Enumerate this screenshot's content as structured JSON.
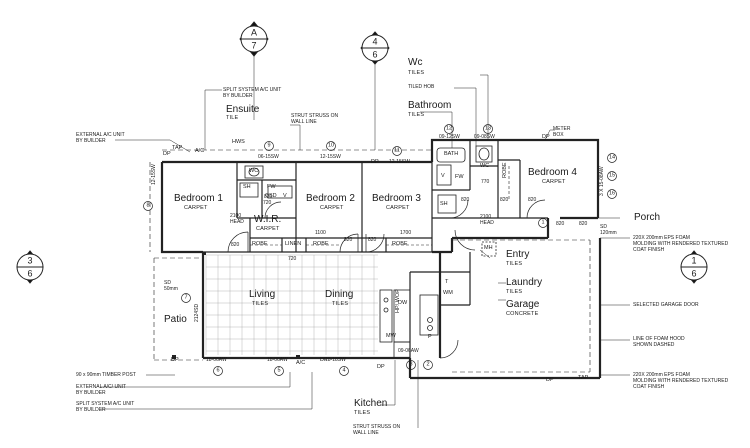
{
  "section_markers": [
    {
      "id": "sec-a7",
      "top": "A",
      "bottom": "7"
    },
    {
      "id": "sec-46",
      "top": "4",
      "bottom": "6"
    },
    {
      "id": "sec-36",
      "top": "3",
      "bottom": "6"
    },
    {
      "id": "sec-16",
      "top": "1",
      "bottom": "6"
    }
  ],
  "rooms": {
    "bedroom1": {
      "name": "Bedroom 1",
      "finish": "CARPET"
    },
    "bedroom2": {
      "name": "Bedroom 2",
      "finish": "CARPET"
    },
    "bedroom3": {
      "name": "Bedroom 3",
      "finish": "CARPET"
    },
    "bedroom4": {
      "name": "Bedroom 4",
      "finish": "CARPET"
    },
    "ensuite": {
      "name": "Ensuite",
      "finish": "TILE"
    },
    "wir": {
      "name": "W.I.R.",
      "finish": "CARPET"
    },
    "wc": {
      "name": "Wc",
      "finish": "TILES"
    },
    "bathroom": {
      "name": "Bathroom",
      "finish": "TILES"
    },
    "porch": {
      "name": "Porch"
    },
    "entry": {
      "name": "Entry",
      "finish": "TILES"
    },
    "laundry": {
      "name": "Laundry",
      "finish": "TILES"
    },
    "garage": {
      "name": "Garage",
      "finish": "CONCRETE"
    },
    "living": {
      "name": "Living",
      "finish": "TILES"
    },
    "dining": {
      "name": "Dining",
      "finish": "TILES"
    },
    "kitchen": {
      "name": "Kitchen",
      "finish": "TILES"
    },
    "patio": {
      "name": "Patio"
    }
  },
  "notes": {
    "ext_ac_top": "EXTERNAL A/C UNIT\nBY BUILDER",
    "split_ac_top": "SPLIT SYSTEM A/C UNIT\nBY BUILDER",
    "strut_top": "STRUT STRUSS ON\nWALL LINE",
    "tiled_hob": "TILED HOB",
    "meter_box": "METER\nBOX",
    "eps_top": "220X 200mm EPS FOAM\nMOLDING WITH RENDERED TEXTURED\nCOAT FINISH",
    "garage_door": "SELECTED GARAGE DOOR",
    "foam_hood": "LINE OF FOAM HOOD\nSHOWN DASHED",
    "eps_bottom": "220X 200mm EPS FOAM\nMOLDING WITH RENDERED TEXTURED\nCOAT FINISH",
    "timber_post": "90 x 90mm TIMBER POST",
    "ext_ac_bottom": "EXTERNAL A/C/ UNIT\nBY BUILDER",
    "split_ac_bottom": "SPLIT SYSTEM A/C UNIT\nBY BUILDER",
    "strut_bottom": "STRUT STRUSS ON\nWALL LINE",
    "sd_patio": "SD\n50mm",
    "sd_porch": "SD\n120mm"
  },
  "window_codes": {
    "w_top1": "06-15SW",
    "w_top2": "12-15SW",
    "w_top3": "12-15SW",
    "w_top4": "09-12SW",
    "w_top5": "09-08SW",
    "w_left": "12-15SW",
    "w_right": "3 X 15-08AW",
    "w_bot1": "18-06AW",
    "w_bot2": "18-06AW",
    "w_bot3": "18-18SW",
    "w_bot4": "09-06AW"
  },
  "dimensions": {
    "d820_ens": "820",
    "d720_ens": "720",
    "d2100_wir": "2100\nHEAD",
    "d820_wir": "820",
    "d1100": "1100",
    "d1700": "1700",
    "d820_b2": "820",
    "d820_b3": "820",
    "d720_linen": "720",
    "d820_bath": "820",
    "d820_bath2": "820",
    "d770": "770",
    "d820_b4": "820",
    "d2100_b4": "2100\nHEAD",
    "d820_porch": "820",
    "d820_porch2": "820",
    "d2124": "2124SD"
  },
  "labels": {
    "robe_wir": "ROBE",
    "linen": "LINEN",
    "robe_b2": "ROBE",
    "robe_b3": "ROBE",
    "robe_b4": "ROBE",
    "shower_ens": "SH",
    "fw_ens": "FW",
    "csd": "CSD",
    "vanity_ens": "V",
    "wc_ens": "WC",
    "bath": "BATH",
    "vanity_bath": "V",
    "fw_bath": "FW",
    "sh_bath": "SH",
    "wc_wc": "WC",
    "mh": "MH",
    "dw": "DW",
    "hp": "HP/ WOP",
    "mw": "MW",
    "p": "P",
    "wm": "WM",
    "t": "T",
    "hws": "HWS",
    "tap_top": "TAP",
    "tap_bot": "TAP",
    "ac_top": "A/C",
    "ac_bot": "A/C",
    "dp1": "DP",
    "dp2": "DP",
    "dp3": "DP",
    "dp4": "DP",
    "dp5": "DP",
    "dp6": "DP",
    "dp7": "DP"
  },
  "callouts": [
    "1",
    "2",
    "3",
    "4",
    "5",
    "6",
    "7",
    "8",
    "9",
    "10",
    "11",
    "12",
    "13",
    "14",
    "15",
    "16"
  ]
}
